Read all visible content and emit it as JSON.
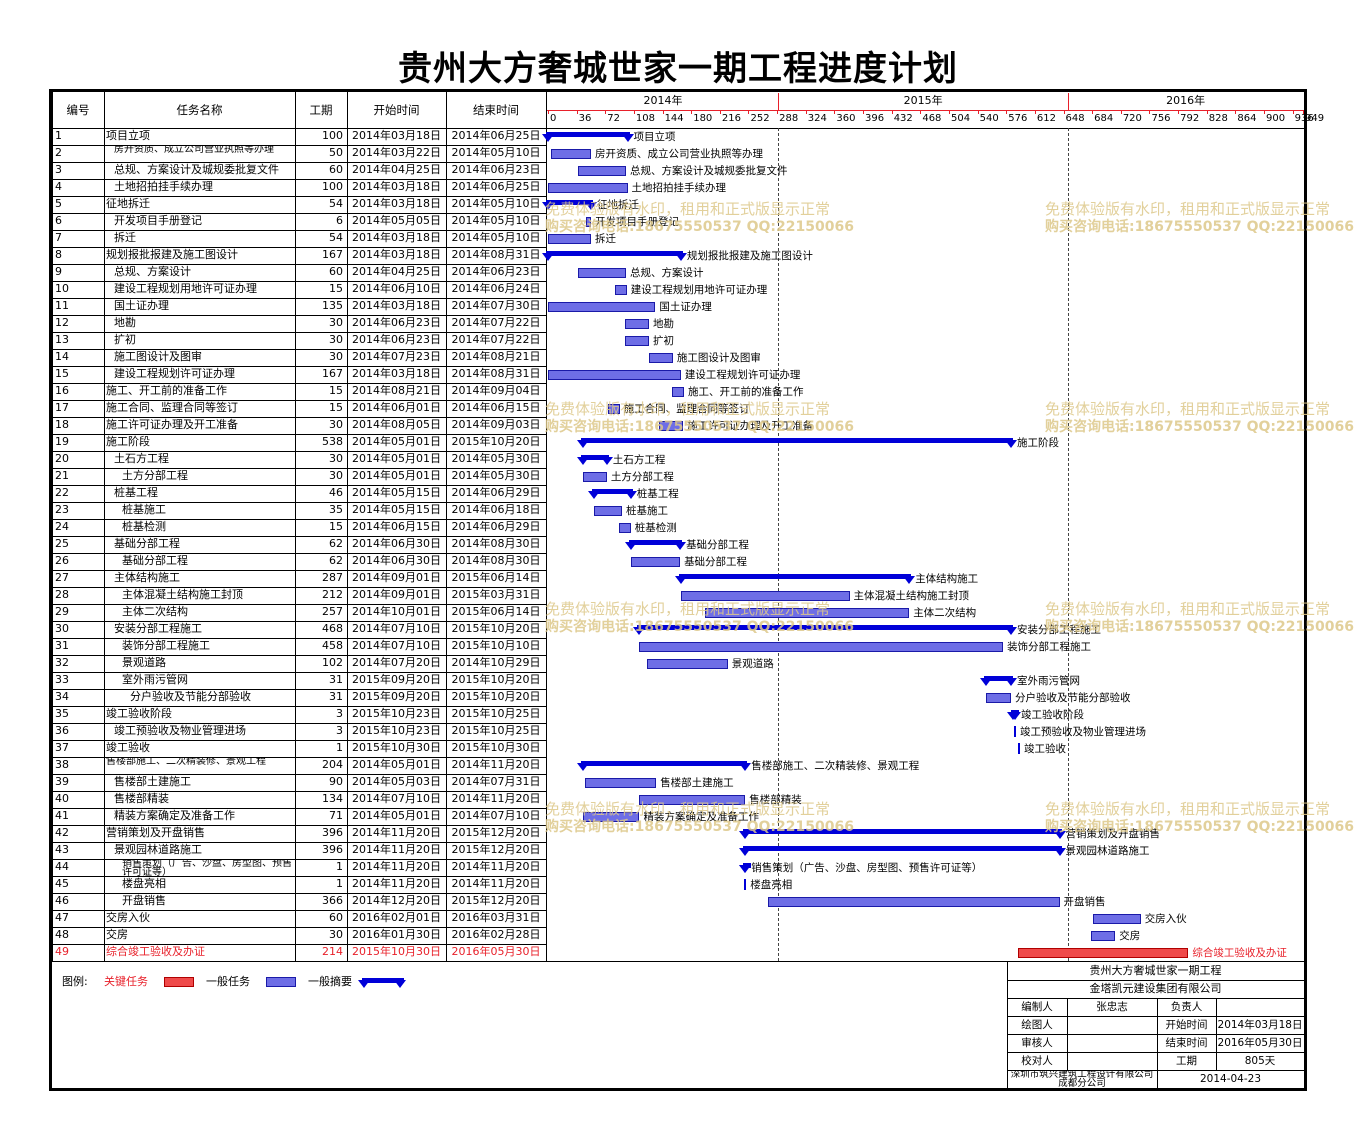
{
  "title": "贵州大方奢城世家一期工程进度计划",
  "headers": {
    "id": "编号",
    "name": "任务名称",
    "duration": "工期",
    "start": "开始时间",
    "end": "结束时间"
  },
  "years": [
    "2014年",
    "2015年",
    "2016年"
  ],
  "ticks": [
    "0",
    "36",
    "72",
    "108",
    "144",
    "180",
    "216",
    "252",
    "288",
    "324",
    "360",
    "396",
    "432",
    "468",
    "504",
    "540",
    "576",
    "612",
    "648",
    "684",
    "720",
    "756",
    "792",
    "828",
    "864",
    "900",
    "936",
    "949"
  ],
  "colors": {
    "normal": "#6e6ee6",
    "critical": "#ef4a4a",
    "summary": "#0000d8",
    "accent": "#e8202a"
  },
  "tasks": [
    {
      "id": "1",
      "name": "项目立项",
      "duration": "100",
      "start": "2014年03月18日",
      "end": "2014年06月25日",
      "level": 0,
      "type": "summary",
      "s": 0,
      "d": 100
    },
    {
      "id": "2",
      "name": "房开资质、成立公司营业执照等办理",
      "duration": "50",
      "start": "2014年03月22日",
      "end": "2014年05月10日",
      "level": 1,
      "type": "normal",
      "s": 4,
      "d": 50
    },
    {
      "id": "3",
      "name": "总规、方案设计及城规委批复文件",
      "duration": "60",
      "start": "2014年04月25日",
      "end": "2014年06月23日",
      "level": 1,
      "type": "normal",
      "s": 38,
      "d": 60
    },
    {
      "id": "4",
      "name": "土地招拍挂手续办理",
      "duration": "100",
      "start": "2014年03月18日",
      "end": "2014年06月25日",
      "level": 1,
      "type": "normal",
      "s": 0,
      "d": 100
    },
    {
      "id": "5",
      "name": "征地拆迁",
      "duration": "54",
      "start": "2014年03月18日",
      "end": "2014年05月10日",
      "level": 0,
      "type": "summary",
      "s": 0,
      "d": 54
    },
    {
      "id": "6",
      "name": "开发项目手册登记",
      "duration": "6",
      "start": "2014年05月05日",
      "end": "2014年05月10日",
      "level": 1,
      "type": "normal",
      "s": 48,
      "d": 6
    },
    {
      "id": "7",
      "name": "拆迁",
      "duration": "54",
      "start": "2014年03月18日",
      "end": "2014年05月10日",
      "level": 1,
      "type": "normal",
      "s": 0,
      "d": 54
    },
    {
      "id": "8",
      "name": "规划报批报建及施工图设计",
      "duration": "167",
      "start": "2014年03月18日",
      "end": "2014年08月31日",
      "level": 0,
      "type": "summary",
      "s": 0,
      "d": 167
    },
    {
      "id": "9",
      "name": "总规、方案设计",
      "duration": "60",
      "start": "2014年04月25日",
      "end": "2014年06月23日",
      "level": 1,
      "type": "normal",
      "s": 38,
      "d": 60
    },
    {
      "id": "10",
      "name": "建设工程规划用地许可证办理",
      "duration": "15",
      "start": "2014年06月10日",
      "end": "2014年06月24日",
      "level": 1,
      "type": "normal",
      "s": 84,
      "d": 15
    },
    {
      "id": "11",
      "name": "国土证办理",
      "duration": "135",
      "start": "2014年03月18日",
      "end": "2014年07月30日",
      "level": 1,
      "type": "normal",
      "s": 0,
      "d": 135
    },
    {
      "id": "12",
      "name": "地勘",
      "duration": "30",
      "start": "2014年06月23日",
      "end": "2014年07月22日",
      "level": 1,
      "type": "normal",
      "s": 97,
      "d": 30
    },
    {
      "id": "13",
      "name": "扩初",
      "duration": "30",
      "start": "2014年06月23日",
      "end": "2014年07月22日",
      "level": 1,
      "type": "normal",
      "s": 97,
      "d": 30
    },
    {
      "id": "14",
      "name": "施工图设计及图审",
      "duration": "30",
      "start": "2014年07月23日",
      "end": "2014年08月21日",
      "level": 1,
      "type": "normal",
      "s": 127,
      "d": 30
    },
    {
      "id": "15",
      "name": "建设工程规划许可证办理",
      "duration": "167",
      "start": "2014年03月18日",
      "end": "2014年08月31日",
      "level": 1,
      "type": "normal",
      "s": 0,
      "d": 167
    },
    {
      "id": "16",
      "name": "施工、开工前的准备工作",
      "duration": "15",
      "start": "2014年08月21日",
      "end": "2014年09月04日",
      "level": 0,
      "type": "normal",
      "s": 156,
      "d": 15
    },
    {
      "id": "17",
      "name": "施工合同、监理合同等签订",
      "duration": "15",
      "start": "2014年06月01日",
      "end": "2014年06月15日",
      "level": 0,
      "type": "normal",
      "s": 75,
      "d": 15
    },
    {
      "id": "18",
      "name": "施工许可证办理及开工准备",
      "duration": "30",
      "start": "2014年08月05日",
      "end": "2014年09月03日",
      "level": 0,
      "type": "normal",
      "s": 140,
      "d": 30
    },
    {
      "id": "19",
      "name": "施工阶段",
      "duration": "538",
      "start": "2014年05月01日",
      "end": "2015年10月20日",
      "level": 0,
      "type": "summary",
      "s": 44,
      "d": 538
    },
    {
      "id": "20",
      "name": "土石方工程",
      "duration": "30",
      "start": "2014年05月01日",
      "end": "2014年05月30日",
      "level": 1,
      "type": "summary",
      "s": 44,
      "d": 30
    },
    {
      "id": "21",
      "name": "土方分部工程",
      "duration": "30",
      "start": "2014年05月01日",
      "end": "2014年05月30日",
      "level": 2,
      "type": "normal",
      "s": 44,
      "d": 30
    },
    {
      "id": "22",
      "name": "桩基工程",
      "duration": "46",
      "start": "2014年05月15日",
      "end": "2014年06月29日",
      "level": 1,
      "type": "summary",
      "s": 58,
      "d": 46
    },
    {
      "id": "23",
      "name": "桩基施工",
      "duration": "35",
      "start": "2014年05月15日",
      "end": "2014年06月18日",
      "level": 2,
      "type": "normal",
      "s": 58,
      "d": 35
    },
    {
      "id": "24",
      "name": "桩基检测",
      "duration": "15",
      "start": "2014年06月15日",
      "end": "2014年06月29日",
      "level": 2,
      "type": "normal",
      "s": 89,
      "d": 15
    },
    {
      "id": "25",
      "name": "基础分部工程",
      "duration": "62",
      "start": "2014年06月30日",
      "end": "2014年08月30日",
      "level": 1,
      "type": "summary",
      "s": 104,
      "d": 62
    },
    {
      "id": "26",
      "name": "基础分部工程",
      "duration": "62",
      "start": "2014年06月30日",
      "end": "2014年08月30日",
      "level": 2,
      "type": "normal",
      "s": 104,
      "d": 62
    },
    {
      "id": "27",
      "name": "主体结构施工",
      "duration": "287",
      "start": "2014年09月01日",
      "end": "2015年06月14日",
      "level": 1,
      "type": "summary",
      "s": 167,
      "d": 287
    },
    {
      "id": "28",
      "name": "主体混凝土结构施工封顶",
      "duration": "212",
      "start": "2014年09月01日",
      "end": "2015年03月31日",
      "level": 2,
      "type": "normal",
      "s": 167,
      "d": 212
    },
    {
      "id": "29",
      "name": "主体二次结构",
      "duration": "257",
      "start": "2014年10月01日",
      "end": "2015年06月14日",
      "level": 2,
      "type": "normal",
      "s": 197,
      "d": 257
    },
    {
      "id": "30",
      "name": "安装分部工程施工",
      "duration": "468",
      "start": "2014年07月10日",
      "end": "2015年10月20日",
      "level": 1,
      "type": "summary",
      "s": 114,
      "d": 468
    },
    {
      "id": "31",
      "name": "装饰分部工程施工",
      "duration": "458",
      "start": "2014年07月10日",
      "end": "2015年10月10日",
      "level": 2,
      "type": "normal",
      "s": 114,
      "d": 458
    },
    {
      "id": "32",
      "name": "景观道路",
      "duration": "102",
      "start": "2014年07月20日",
      "end": "2014年10月29日",
      "level": 2,
      "type": "normal",
      "s": 124,
      "d": 102
    },
    {
      "id": "33",
      "name": "室外雨污管网",
      "duration": "31",
      "start": "2015年09月20日",
      "end": "2015年10月20日",
      "level": 2,
      "type": "summary",
      "s": 551,
      "d": 31
    },
    {
      "id": "34",
      "name": "分户验收及节能分部验收",
      "duration": "31",
      "start": "2015年09月20日",
      "end": "2015年10月20日",
      "level": 3,
      "type": "normal",
      "s": 551,
      "d": 31
    },
    {
      "id": "35",
      "name": "竣工验收阶段",
      "duration": "3",
      "start": "2015年10月23日",
      "end": "2015年10月25日",
      "level": 0,
      "type": "summary",
      "s": 584,
      "d": 3
    },
    {
      "id": "36",
      "name": "竣工预验收及物业管理进场",
      "duration": "3",
      "start": "2015年10月23日",
      "end": "2015年10月25日",
      "level": 1,
      "type": "milestone",
      "s": 584,
      "d": 3
    },
    {
      "id": "37",
      "name": "竣工验收",
      "duration": "1",
      "start": "2015年10月30日",
      "end": "2015年10月30日",
      "level": 0,
      "type": "milestone",
      "s": 591,
      "d": 1
    },
    {
      "id": "38",
      "name": "售楼部施工、二次精装修、景观工程",
      "duration": "204",
      "start": "2014年05月01日",
      "end": "2014年11月20日",
      "level": 0,
      "type": "summary",
      "s": 44,
      "d": 204
    },
    {
      "id": "39",
      "name": "售楼部土建施工",
      "duration": "90",
      "start": "2014年05月03日",
      "end": "2014年07月31日",
      "level": 1,
      "type": "normal",
      "s": 46,
      "d": 90
    },
    {
      "id": "40",
      "name": "售楼部精装",
      "duration": "134",
      "start": "2014年07月10日",
      "end": "2014年11月20日",
      "level": 1,
      "type": "normal",
      "s": 114,
      "d": 134
    },
    {
      "id": "41",
      "name": "精装方案确定及准备工作",
      "duration": "71",
      "start": "2014年05月01日",
      "end": "2014年07月10日",
      "level": 1,
      "type": "normal",
      "s": 44,
      "d": 71
    },
    {
      "id": "42",
      "name": "营销策划及开盘销售",
      "duration": "396",
      "start": "2014年11月20日",
      "end": "2015年12月20日",
      "level": 0,
      "type": "summary",
      "s": 247,
      "d": 396
    },
    {
      "id": "43",
      "name": "景观园林道路施工",
      "duration": "396",
      "start": "2014年11月20日",
      "end": "2015年12月20日",
      "level": 1,
      "type": "summary",
      "s": 247,
      "d": 396
    },
    {
      "id": "44",
      "name": "销售策划（广告、沙盘、房型图、预售许可证等）",
      "duration": "1",
      "start": "2014年11月20日",
      "end": "2014年11月20日",
      "level": 2,
      "type": "summary",
      "s": 247,
      "d": 1
    },
    {
      "id": "45",
      "name": "楼盘亮相",
      "duration": "1",
      "start": "2014年11月20日",
      "end": "2014年11月20日",
      "level": 2,
      "type": "milestone",
      "s": 247,
      "d": 1
    },
    {
      "id": "46",
      "name": "开盘销售",
      "duration": "366",
      "start": "2014年12月20日",
      "end": "2015年12月20日",
      "level": 2,
      "type": "normal",
      "s": 277,
      "d": 366
    },
    {
      "id": "47",
      "name": "交房入伙",
      "duration": "60",
      "start": "2016年02月01日",
      "end": "2016年03月31日",
      "level": 0,
      "type": "normal",
      "s": 685,
      "d": 60
    },
    {
      "id": "48",
      "name": "交房",
      "duration": "30",
      "start": "2016年01月30日",
      "end": "2016年02月28日",
      "level": 0,
      "type": "normal",
      "s": 683,
      "d": 30
    },
    {
      "id": "49",
      "name": "综合竣工验收及办证",
      "duration": "214",
      "start": "2015年10月30日",
      "end": "2016年05月30日",
      "level": 0,
      "type": "critical",
      "s": 591,
      "d": 214
    }
  ],
  "legend": {
    "label": "图例:",
    "critical": "关键任务",
    "normal": "一般任务",
    "summary": "一般摘要"
  },
  "watermark": {
    "line1": "免费体验版有水印，租用和正式版显示正常",
    "line2": "购买咨询电话:18675550537 QQ:22150066"
  },
  "info": {
    "project": "贵州大方奢城世家一期工程",
    "company": "金塔凯元建设集团有限公司",
    "editor_label": "编制人",
    "editor": "张忠志",
    "owner_label": "负责人",
    "drawer_label": "绘图人",
    "start_label": "开始时间",
    "start": "2014年03月18日",
    "reviewer_label": "审核人",
    "end_label": "结束时间",
    "end": "2016年05月30日",
    "checker_label": "校对人",
    "duration_label": "工期",
    "duration": "805天",
    "designer": "深圳市筑兴建筑工程设计有限公司成都分公司",
    "date": "2014-04-23"
  }
}
